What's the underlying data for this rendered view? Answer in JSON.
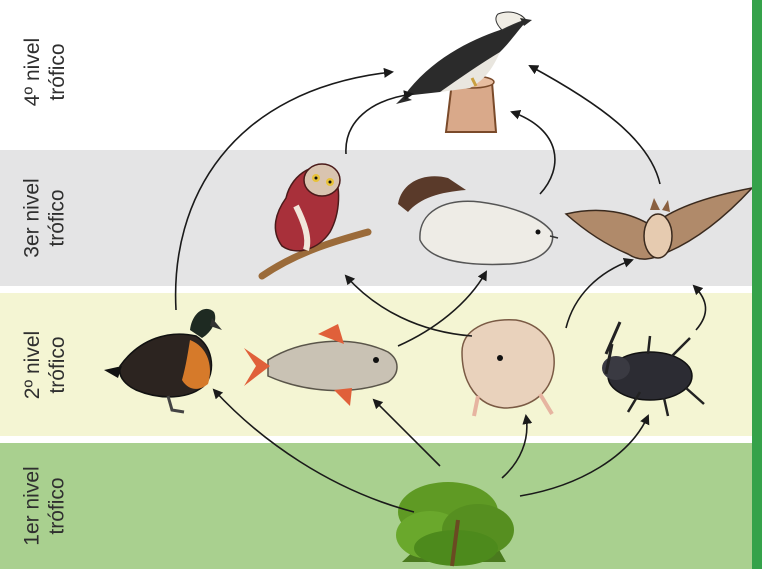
{
  "levels": [
    {
      "id": "level-4",
      "line1": "4º nivel",
      "line2": "trófico"
    },
    {
      "id": "level-3",
      "line1": "3er nivel",
      "line2": "trófico"
    },
    {
      "id": "level-2",
      "line1": "2º nivel",
      "line2": "trófico"
    },
    {
      "id": "level-1",
      "line1": "1er nivel",
      "line2": "trófico"
    }
  ],
  "organisms": [
    "osprey",
    "owl",
    "weasel",
    "bat",
    "duck",
    "fish",
    "mouse",
    "beetle",
    "plant"
  ],
  "colors": {
    "level_1_band": "#a9d08f",
    "level_2_band": "#f4f5d3",
    "level_3_band": "#e4e4e5",
    "level_4_band": "#ffffff",
    "right_bar": "#35a24a",
    "arrow": "#1a1a1a"
  }
}
